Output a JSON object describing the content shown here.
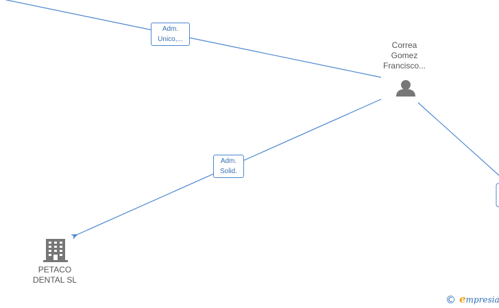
{
  "diagram": {
    "nodes": {
      "person": {
        "icon": "person-icon",
        "label_lines": [
          "Correa",
          "Gomez",
          "Francisco..."
        ]
      },
      "company": {
        "icon": "building-icon",
        "label_lines": [
          "PETACO",
          "DENTAL SL"
        ]
      }
    },
    "edges": {
      "top_left": {
        "label_lines": [
          "Adm.",
          "Unico,..."
        ]
      },
      "to_company": {
        "label_lines": [
          "Adm.",
          "Solid."
        ]
      }
    }
  },
  "footer": {
    "copyright_symbol": "©",
    "brand_initial": "e",
    "brand_rest": "mpresia"
  },
  "colors": {
    "edge": "#4a86d0",
    "icon": "#777777",
    "brand": "#2a6db5",
    "brand_accent": "#f0a020"
  }
}
